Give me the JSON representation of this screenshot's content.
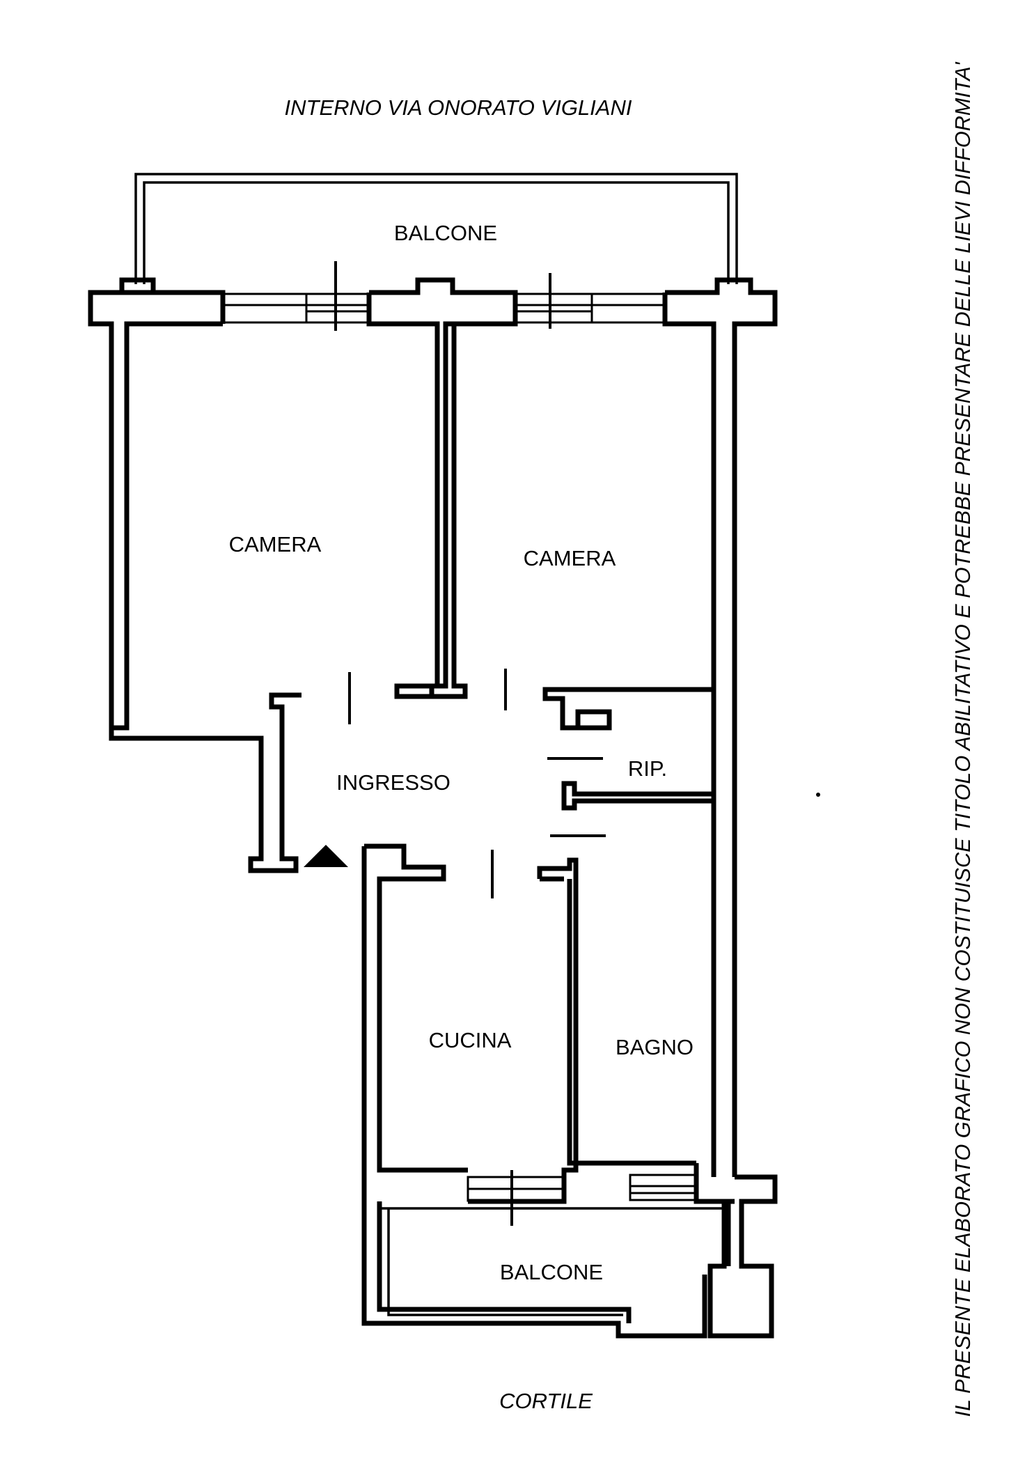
{
  "plan": {
    "top_label": "INTERNO VIA ONORATO VIGLIANI",
    "bottom_label": "CORTILE",
    "disclaimer": "IL PRESENTE ELABORATO GRAFICO NON COSTITUISCE TITOLO ABILITATIVO E POTREBBE PRESENTARE DELLE LIEVI DIFFORMITA'",
    "rooms": [
      {
        "id": "balcone-top",
        "label": "BALCONE"
      },
      {
        "id": "camera-left",
        "label": "CAMERA"
      },
      {
        "id": "camera-right",
        "label": "CAMERA"
      },
      {
        "id": "ingresso",
        "label": "INGRESSO"
      },
      {
        "id": "rip",
        "label": "RIP."
      },
      {
        "id": "cucina",
        "label": "CUCINA"
      },
      {
        "id": "bagno",
        "label": "BAGNO"
      },
      {
        "id": "balcone-bottom",
        "label": "BALCONE"
      }
    ]
  }
}
